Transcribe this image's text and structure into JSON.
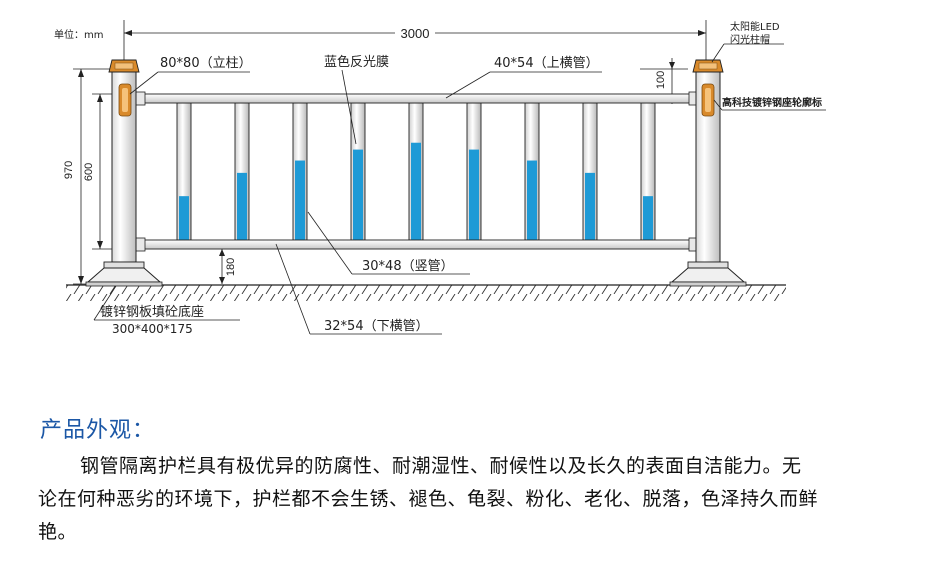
{
  "diagram": {
    "unit_label": "单位：mm",
    "dims": {
      "total_width": "3000",
      "height_total": "970",
      "height_panel": "600",
      "top_offset": "100",
      "bottom_gap": "180"
    },
    "labels": {
      "post": "80*80（立柱）",
      "film": "蓝色反光膜",
      "top_rail": "40*54（上横管）",
      "solar_cap_line1": "太阳能LED",
      "solar_cap_line2": "闪光柱帽",
      "tag": "高科技镀锌钢座轮廓标",
      "vertical_tube": "30*48（竖管）",
      "bottom_rail": "32*54（下横管）",
      "base_line1": "镀锌钢板填砼底座",
      "base_line2": "300*400*175"
    },
    "colors": {
      "film_blue": "#1e9ad6",
      "cap_orange": "#d98a2b",
      "line": "#222222"
    },
    "tube_fill_levels": [
      0.32,
      0.49,
      0.58,
      0.66,
      0.71,
      0.66,
      0.58,
      0.49,
      0.32
    ]
  },
  "section": {
    "title": "产品外观：",
    "description": "钢管隔离护栏具有极优异的防腐性、耐潮湿性、耐候性以及长久的表面自洁能力。无论在何种恶劣的环境下，护栏都不会生锈、褪色、龟裂、粉化、老化、脱落，色泽持久而鲜艳。"
  }
}
